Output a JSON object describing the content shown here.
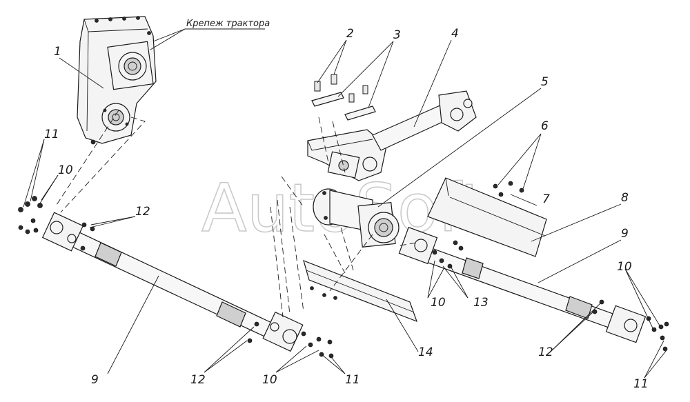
{
  "watermark": "AutoSoft",
  "callouts": {
    "tractor_mount": "Крепеж трактора",
    "n1": "1",
    "n2": "2",
    "n3": "3",
    "n4": "4",
    "n5": "5",
    "n6": "6",
    "n7": "7",
    "n8": "8",
    "n9_left": "9",
    "n9_right": "9",
    "n10_left_top": "10",
    "n10_mid": "10",
    "n10_center": "10",
    "n10_right": "10",
    "n11_left_top": "11",
    "n11_mid": "11",
    "n11_right": "11",
    "n12_left_top": "12",
    "n12_mid": "12",
    "n12_right": "12",
    "n13": "13",
    "n14": "14"
  }
}
